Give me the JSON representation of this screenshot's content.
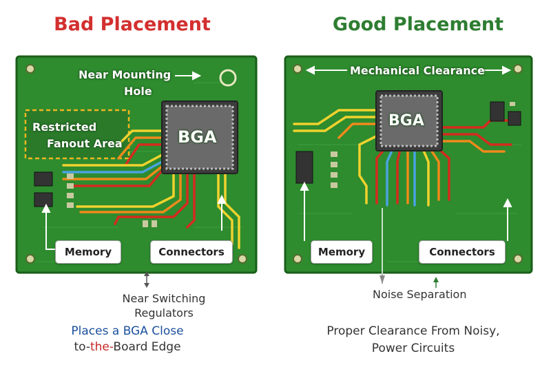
{
  "left": {
    "title": "Bad Placement",
    "chip_label": "BGA",
    "restricted_label_line1": "Restricted",
    "restricted_label_line2": "Fanout Area",
    "mounting_label_line1": "Near Mounting",
    "mounting_label_line2": "Hole",
    "memory_label": "Memory",
    "connectors_label": "Connectors",
    "below_line1": "Near Switching",
    "below_line2": "Regulators",
    "caption_part1": "Places a ",
    "caption_part2": "BGA Close",
    "caption_part3": "to-",
    "caption_part4": "the-",
    "caption_part5": "Board Edge"
  },
  "right": {
    "title": "Good Placement",
    "chip_label": "BGA",
    "clearance_label": "Mechanical Clearance",
    "memory_label": "Memory",
    "connectors_label": "Connectors",
    "noise_label": "Noise Separation",
    "caption_line1": "Proper Clearance From Noisy,",
    "caption_line2": "Power Circuits"
  },
  "colors": {
    "board": "#2e8b2e",
    "board_dark": "#1f6b1f",
    "chip": "#5a5a5a",
    "trace_yellow": "#f2d22e",
    "trace_orange": "#f08a1c",
    "trace_red": "#d62b1e",
    "trace_blue": "#4aa3e0",
    "bad_title": "#d32f2f",
    "good_title": "#2e7d32"
  }
}
